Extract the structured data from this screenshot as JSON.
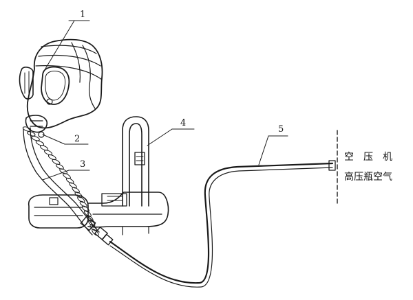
{
  "callouts": [
    {
      "id": "1",
      "text": "1"
    },
    {
      "id": "2",
      "text": "2"
    },
    {
      "id": "3",
      "text": "3"
    },
    {
      "id": "4",
      "text": "4"
    },
    {
      "id": "5",
      "text": "5"
    }
  ],
  "supply_labels": {
    "line1": "空　压　机",
    "line2": "高压瓶空气"
  },
  "colors": {
    "ink": "#1a1a1a",
    "background": "#ffffff"
  }
}
